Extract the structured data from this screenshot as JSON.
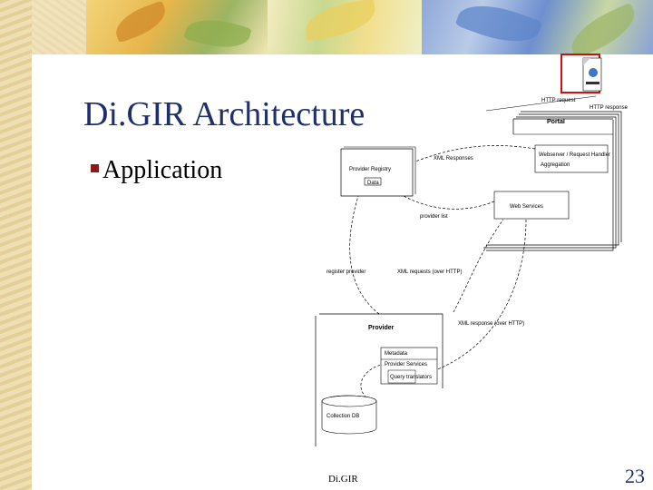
{
  "slide": {
    "title": "Di.GIR Architecture",
    "bullet": "Application",
    "footer": "Di.GIR",
    "page_number": "23"
  },
  "diagram": {
    "labels": {
      "http_request": "HTTP request",
      "http_response": "HTTP response",
      "portal": "Portal",
      "provider_registry": "Provider Registry",
      "data": "Data",
      "xml_responses": "XML Responses",
      "web_server": "Webserver / Request Handler",
      "aggregation": "Aggregation",
      "web_services": "Web Services",
      "provider_list": "provider list",
      "register_provider": "register provider",
      "xml_requests": "XML requests (over HTTP)",
      "xml_response_over_http": "XML response (over HTTP)",
      "provider": "Provider",
      "metadata": "Metadata",
      "provider_services": "Provider Services",
      "query_translators": "Query translators",
      "collection_db": "Collection DB"
    }
  }
}
